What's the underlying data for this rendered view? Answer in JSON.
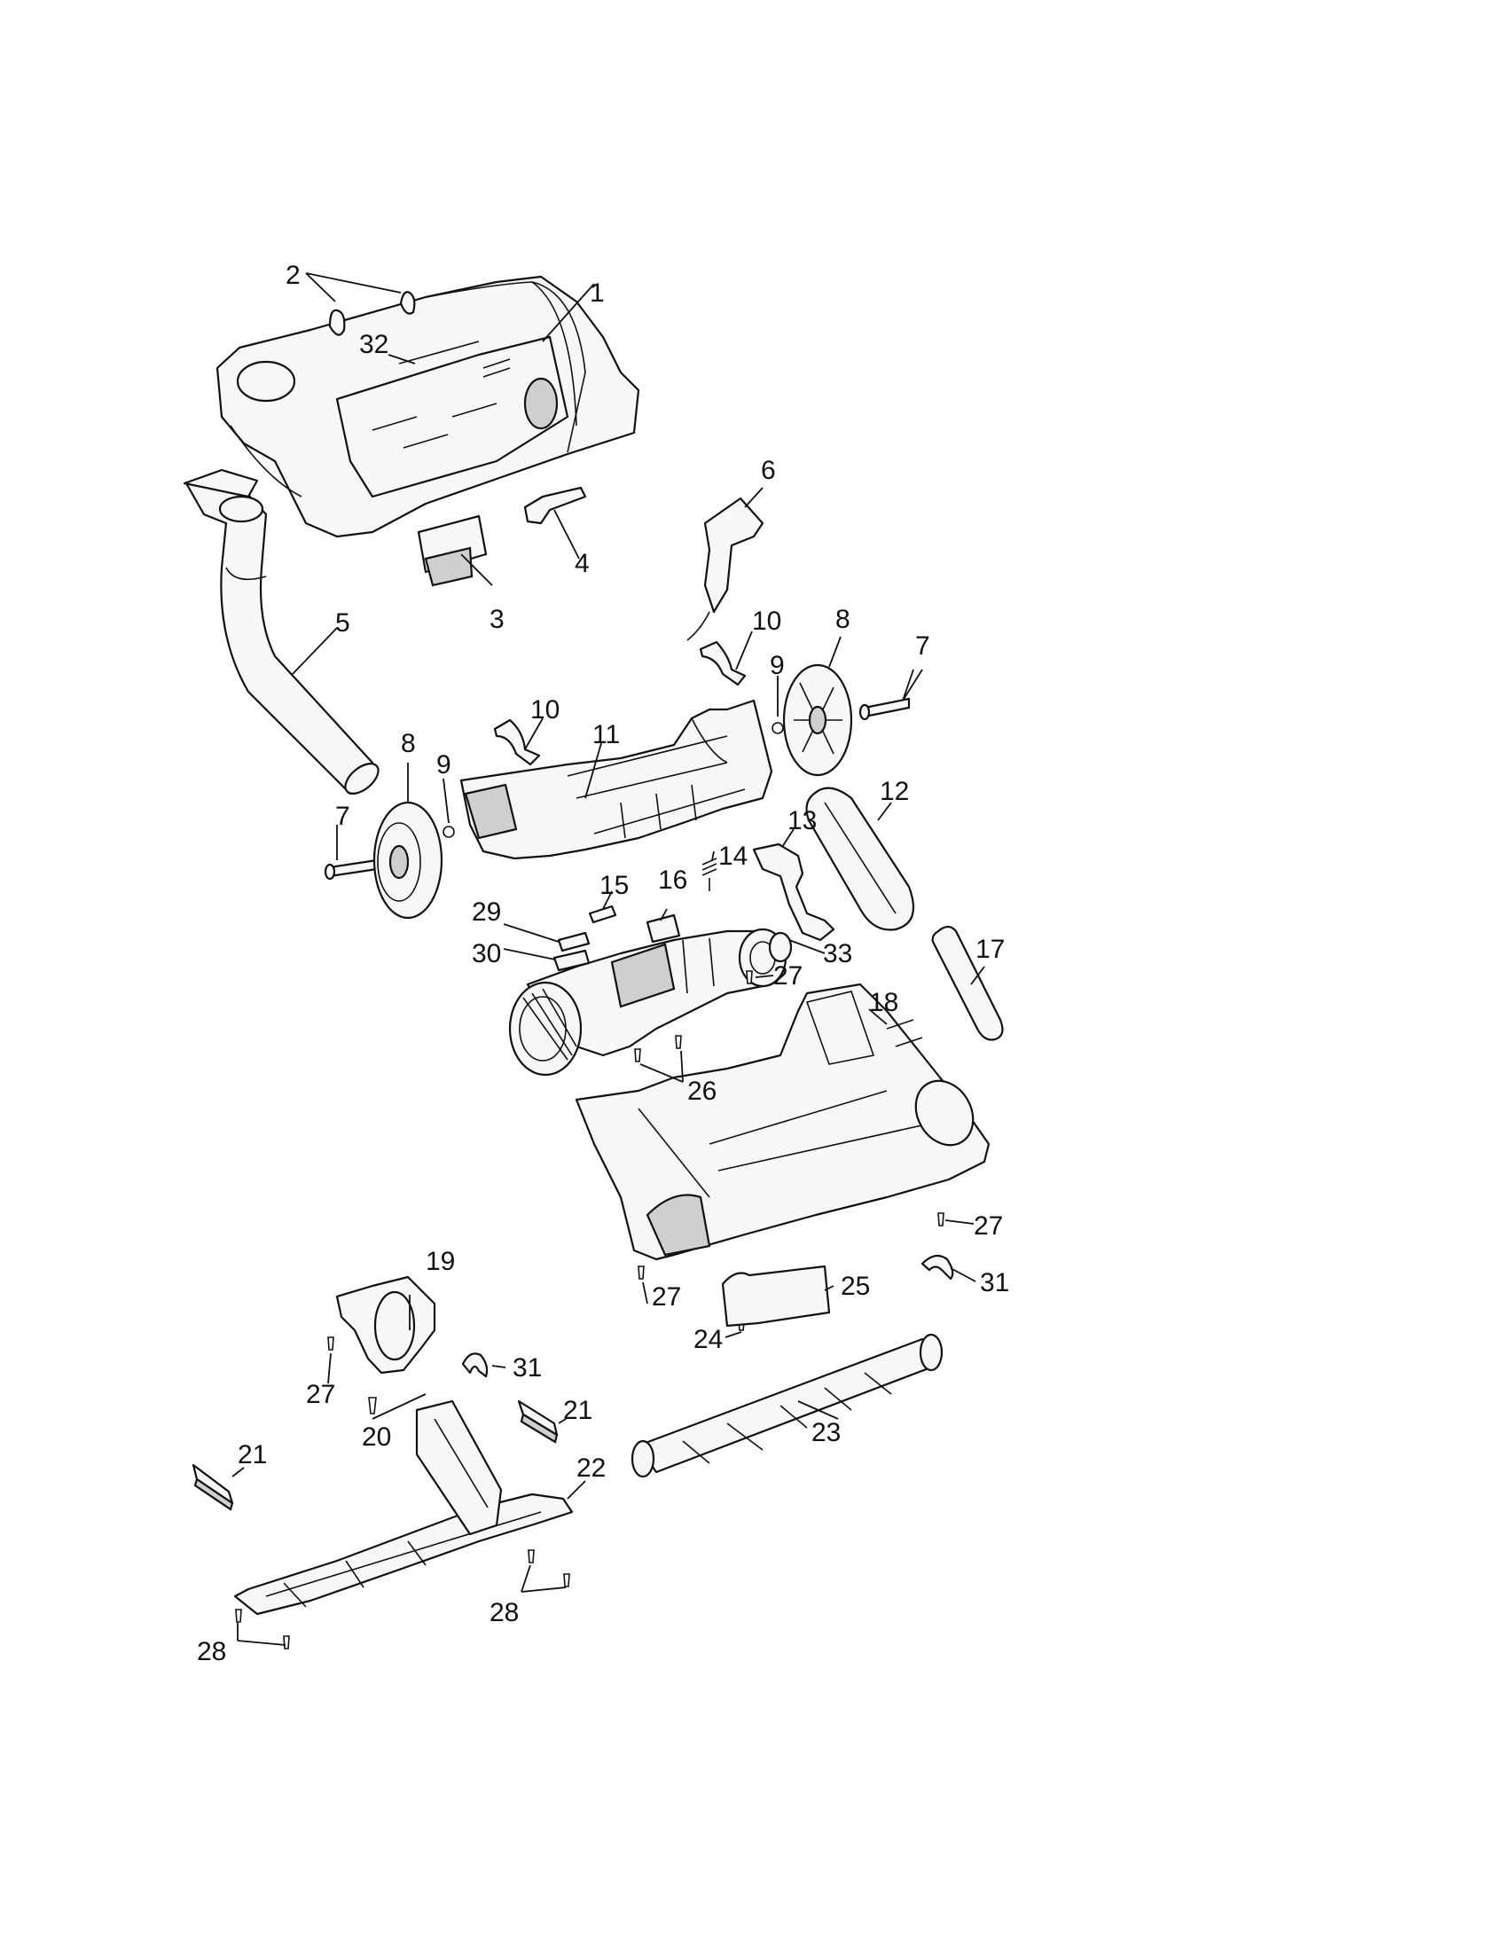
{
  "labels": {
    "l1": "1",
    "l2": "2",
    "l3": "3",
    "l4": "4",
    "l5": "5",
    "l6": "6",
    "l7a": "7",
    "l7b": "7",
    "l8a": "8",
    "l8b": "8",
    "l9a": "9",
    "l9b": "9",
    "l10a": "10",
    "l10b": "10",
    "l11": "11",
    "l12": "12",
    "l13": "13",
    "l14": "14",
    "l15": "15",
    "l16": "16",
    "l17": "17",
    "l18": "18",
    "l19": "19",
    "l20": "20",
    "l21a": "21",
    "l21b": "21",
    "l22": "22",
    "l23": "23",
    "l24": "24",
    "l25": "25",
    "l26": "26",
    "l27a": "27",
    "l27b": "27",
    "l27c": "27",
    "l27d": "27",
    "l28a": "28",
    "l28b": "28",
    "l29": "29",
    "l30": "30",
    "l31a": "31",
    "l31b": "31",
    "l32": "32",
    "l33": "33"
  }
}
